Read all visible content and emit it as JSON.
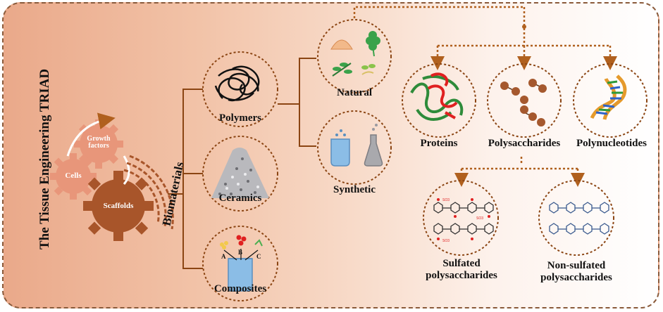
{
  "triad_title": "The Tissue Engineering TRIAD",
  "biomaterials": "Biomaterials",
  "gears": {
    "growth": "Growth factors",
    "cells": "Cells",
    "scaffolds": "Scaffolds"
  },
  "classes": {
    "polymers": "Polymers",
    "ceramics": "Ceramics",
    "composites": "Composites"
  },
  "polymer_types": {
    "natural": "Natural",
    "synthetic": "Synthetic"
  },
  "natural_types": {
    "proteins": "Proteins",
    "polysaccharides": "Polysaccharides",
    "polynucleotides": "Polynucleotides"
  },
  "polysaccharide_types": {
    "sulfated": "Sulfated polysaccharides",
    "non_sulfated": "Non-sulfated polysaccharides"
  },
  "composite_letters": [
    "A",
    "B",
    "C"
  ],
  "sulfate_tag": "SO3",
  "colors": {
    "brown": "#a0522d",
    "connector": "#8b4513",
    "dashed_border": "#8a5a3a",
    "gear_light": "#e8967a",
    "gear_dark": "#a8552a"
  }
}
